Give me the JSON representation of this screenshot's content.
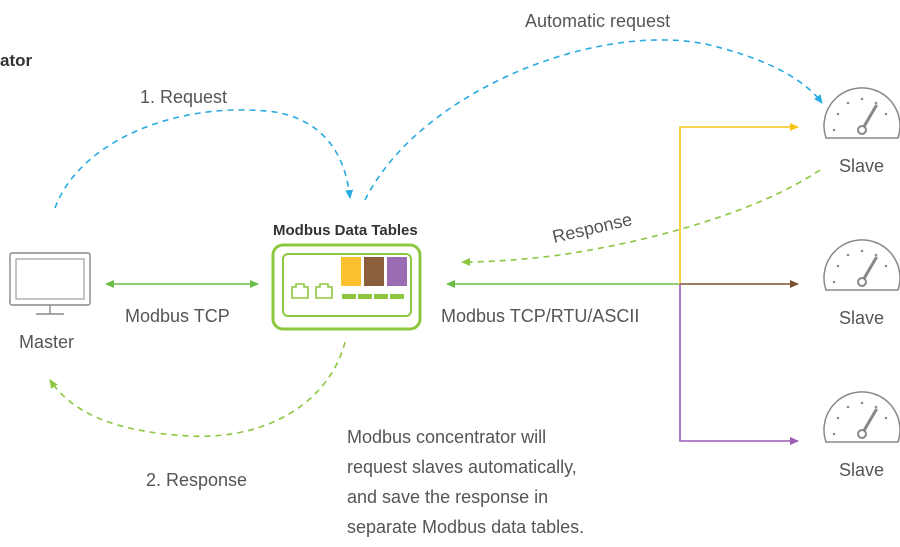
{
  "header": {
    "title_fragment": "ator"
  },
  "labels": {
    "automatic_request": "Automatic request",
    "request": "1. Request",
    "response_master": "2. Response",
    "response_slave": "Response",
    "modbus_tcp": "Modbus TCP",
    "modbus_multi": "Modbus TCP/RTU/ASCII",
    "data_tables": "Modbus Data Tables",
    "master": "Master",
    "slaves": [
      "Slave",
      "Slave",
      "Slave"
    ]
  },
  "note": {
    "lines": [
      "Modbus concentrator will",
      "request slaves automatically,",
      "and save the response in",
      "separate Modbus data tables."
    ]
  },
  "colors": {
    "request_dashed": "#29abe2",
    "response_dashed": "#8cc63f",
    "tcp_link": "#6cbd45",
    "device_border": "#8dc63f",
    "slave1_line": "#f5c518",
    "slave2_line": "#7a5230",
    "slave3_line": "#9b59b6",
    "table_yellow": "#fbc02d",
    "table_brown": "#8b5e3c",
    "table_purple": "#9b6bb4",
    "icon_gray": "#888888"
  }
}
